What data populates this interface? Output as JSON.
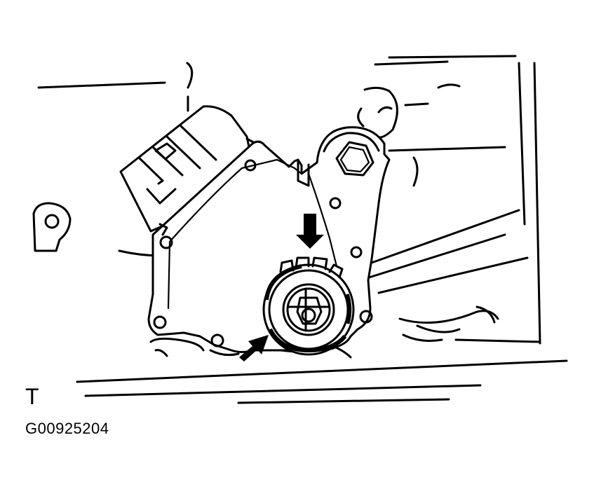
{
  "labels": {
    "view_letter": "T",
    "figure_code": "G00925204"
  },
  "colors": {
    "ink": "#000000",
    "paper": "#ffffff"
  },
  "callouts": [
    {
      "name": "down-arrow",
      "points_to": "switch-top-tabs"
    },
    {
      "name": "diagonal-arrow",
      "points_to": "switch-lower-rim"
    }
  ]
}
